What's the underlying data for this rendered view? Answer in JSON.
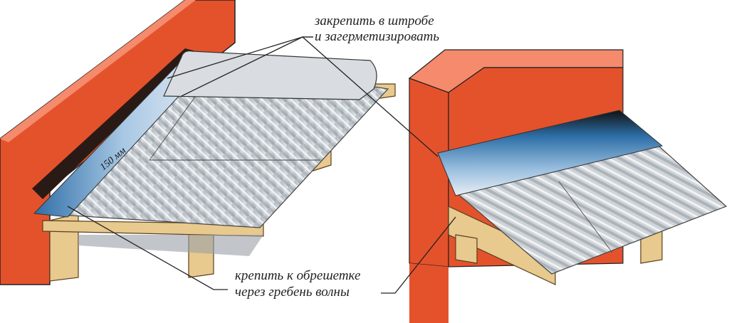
{
  "annotations": {
    "top_line1": "закрепить в штробе",
    "top_line2": "и загерметизировать",
    "bottom_line1": "крепить к обрешетке",
    "bottom_line2": "через гребень волны",
    "dimension": "150 мм"
  },
  "colors": {
    "brick_front": "#e4522c",
    "brick_top": "#f58a6c",
    "sheet": "#c9ced3",
    "flashing": "#5d93c4",
    "timber": "#e8c98e"
  }
}
